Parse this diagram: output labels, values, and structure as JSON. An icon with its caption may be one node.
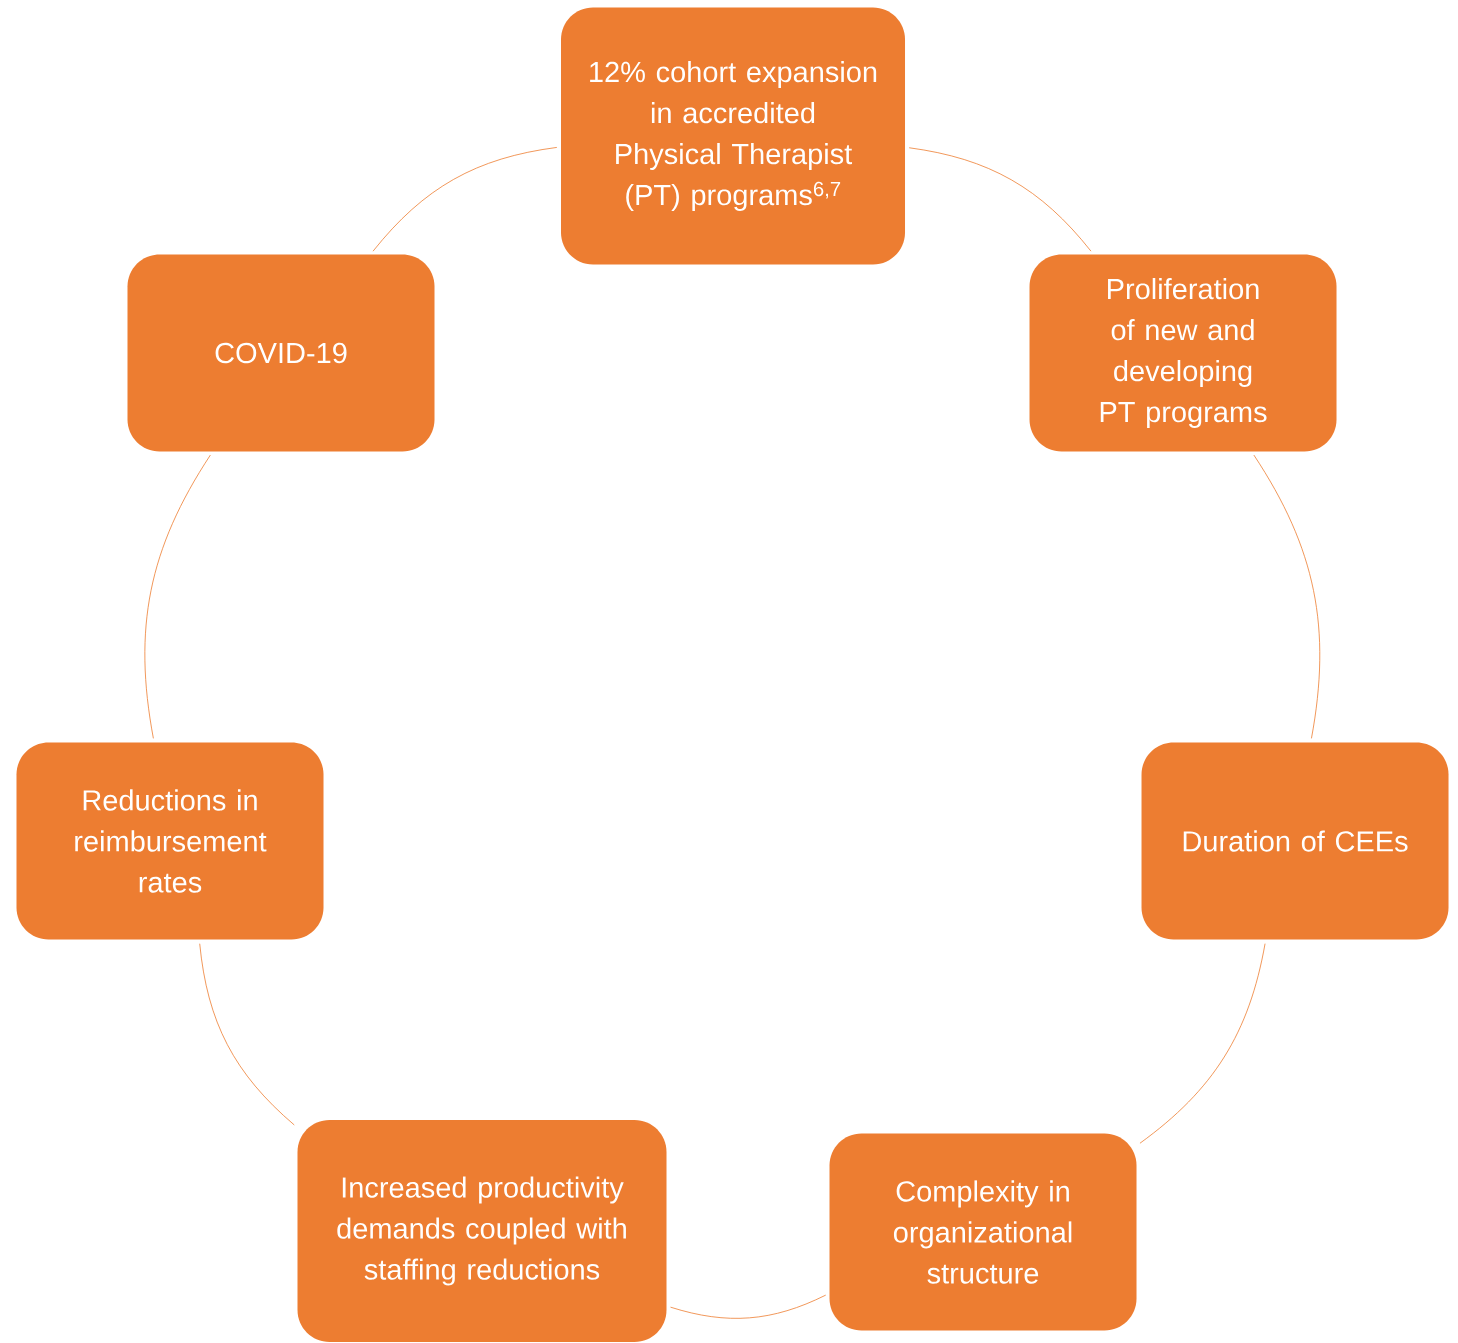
{
  "diagram": {
    "nodes": [
      {
        "text": [
          "12% cohort expansion in accredited Physical Therapist (PT) programs$^{6,7}$"
        ]
      },
      {
        "text": [
          "COVID-19"
        ]
      },
      {
        "text": [
          "Proliferation of new and developing PT programs"
        ]
      },
      {
        "text": [
          "Reductions in reimbursement rates"
        ]
      },
      {
        "text": [
          "Duration of CEEs"
        ]
      },
      {
        "text": [
          "Increased productivity demands coupled with staffing reductions"
        ]
      },
      {
        "text": [
          "Complexity in organizational structure"
        ]
      }
    ],
    "edges": [
      {
        "from": 0,
        "to": 2,
        "arrow": "none"
      },
      {
        "from": 2,
        "to": 4,
        "arrow": "none"
      },
      {
        "from": 4,
        "to": 6,
        "arrow": "none"
      },
      {
        "from": 6,
        "to": 5,
        "arrow": "none"
      },
      {
        "from": 5,
        "to": 3,
        "arrow": "none"
      },
      {
        "from": 3,
        "to": 1,
        "arrow": "none"
      },
      {
        "from": 1,
        "to": 0,
        "arrow": "none"
      }
    ]
  }
}
